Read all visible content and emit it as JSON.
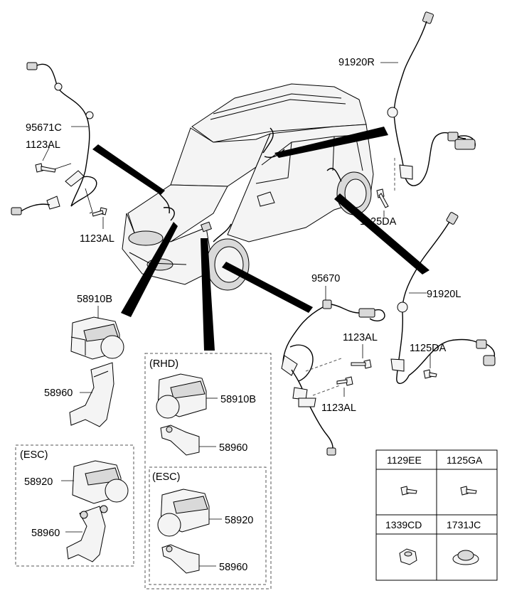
{
  "callouts": {
    "sensor_rear_right": "91920R",
    "sensor_front_left_harness": "95671C",
    "bolt_top_left": "1123AL",
    "bolt_left_lower": "1123AL",
    "bolt_rear_right": "1125DA",
    "sensor_front_right": "95670",
    "sensor_rear_left": "91920L",
    "bolt_front_right_upper": "1123AL",
    "bolt_rear_left": "1125DA",
    "bolt_front_right_lower": "1123AL",
    "hecu_main": "58910B",
    "bracket_main": "58960",
    "rhd_label": "(RHD)",
    "hecu_rhd": "58910B",
    "bracket_rhd": "58960",
    "esc_label_left": "(ESC)",
    "hecu_esc_left": "58920",
    "bracket_esc_left": "58960",
    "esc_label_rhd": "(ESC)",
    "hecu_esc_rhd": "58920",
    "bracket_esc_rhd": "58960"
  },
  "parts_table": {
    "row1": [
      "1129EE",
      "1125GA"
    ],
    "row2": [
      "1339CD",
      "1731JC"
    ],
    "icons": [
      "bolt-icon",
      "bolt-icon",
      "nut-icon",
      "grommet-icon"
    ]
  }
}
